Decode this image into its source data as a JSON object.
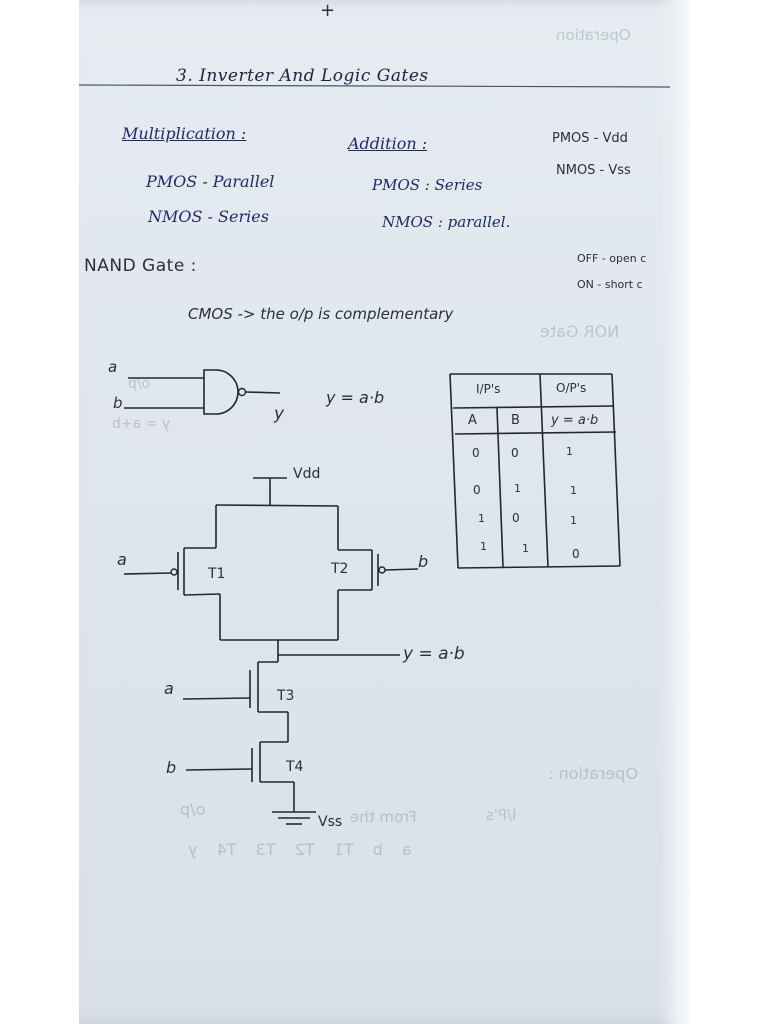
{
  "margin_mark": "+",
  "chapter_title": "3. Inverter And Logic Gates",
  "multiplication": {
    "heading": "Multiplication :",
    "pmos": "PMOS - Parallel",
    "nmos": "NMOS - Series"
  },
  "addition": {
    "heading": "Addition :",
    "pmos": "PMOS : Series",
    "nmos": "NMOS : parallel."
  },
  "supply_notes": {
    "pmos": "PMOS - Vdd",
    "nmos": "NMOS - Vss"
  },
  "switch_notes": {
    "off": "OFF - open c",
    "on": "ON - short c"
  },
  "section_title": "NAND Gate :",
  "cmos_note": "CMOS -> the o/p is complementary",
  "gate_symbol": {
    "input_a": "a",
    "input_b": "b",
    "output": "y",
    "equation": "y = a·b"
  },
  "truth_table": {
    "header_inputs": "I/P's",
    "header_output": "O/P's",
    "col_a": "A",
    "col_b": "B",
    "col_y": "y = a·b",
    "rows": [
      {
        "a": "0",
        "b": "0",
        "y": "1"
      },
      {
        "a": "0",
        "b": "1",
        "y": "1"
      },
      {
        "a": "1",
        "b": "0",
        "y": "1"
      },
      {
        "a": "1",
        "b": "1",
        "y": "0"
      }
    ]
  },
  "circuit": {
    "vdd": "Vdd",
    "vss": "Vss",
    "t1": "T1",
    "t2": "T2",
    "t3": "T3",
    "t4": "T4",
    "input_a_pmos": "a",
    "input_b_pmos": "b",
    "input_a_nmos": "a",
    "input_b_nmos": "b",
    "output_eq": "y = a·b"
  },
  "bleed_through": {
    "corner": "Operation",
    "nor_title": "NOR Gate",
    "operation": "Operation :",
    "from_the": "From the",
    "op": "o/p",
    "ips": "I/P's",
    "row_labels": "a   b   T1   T2   T3   T4   y",
    "gate_out": "o/p",
    "gate_eq": "y = a+b"
  }
}
